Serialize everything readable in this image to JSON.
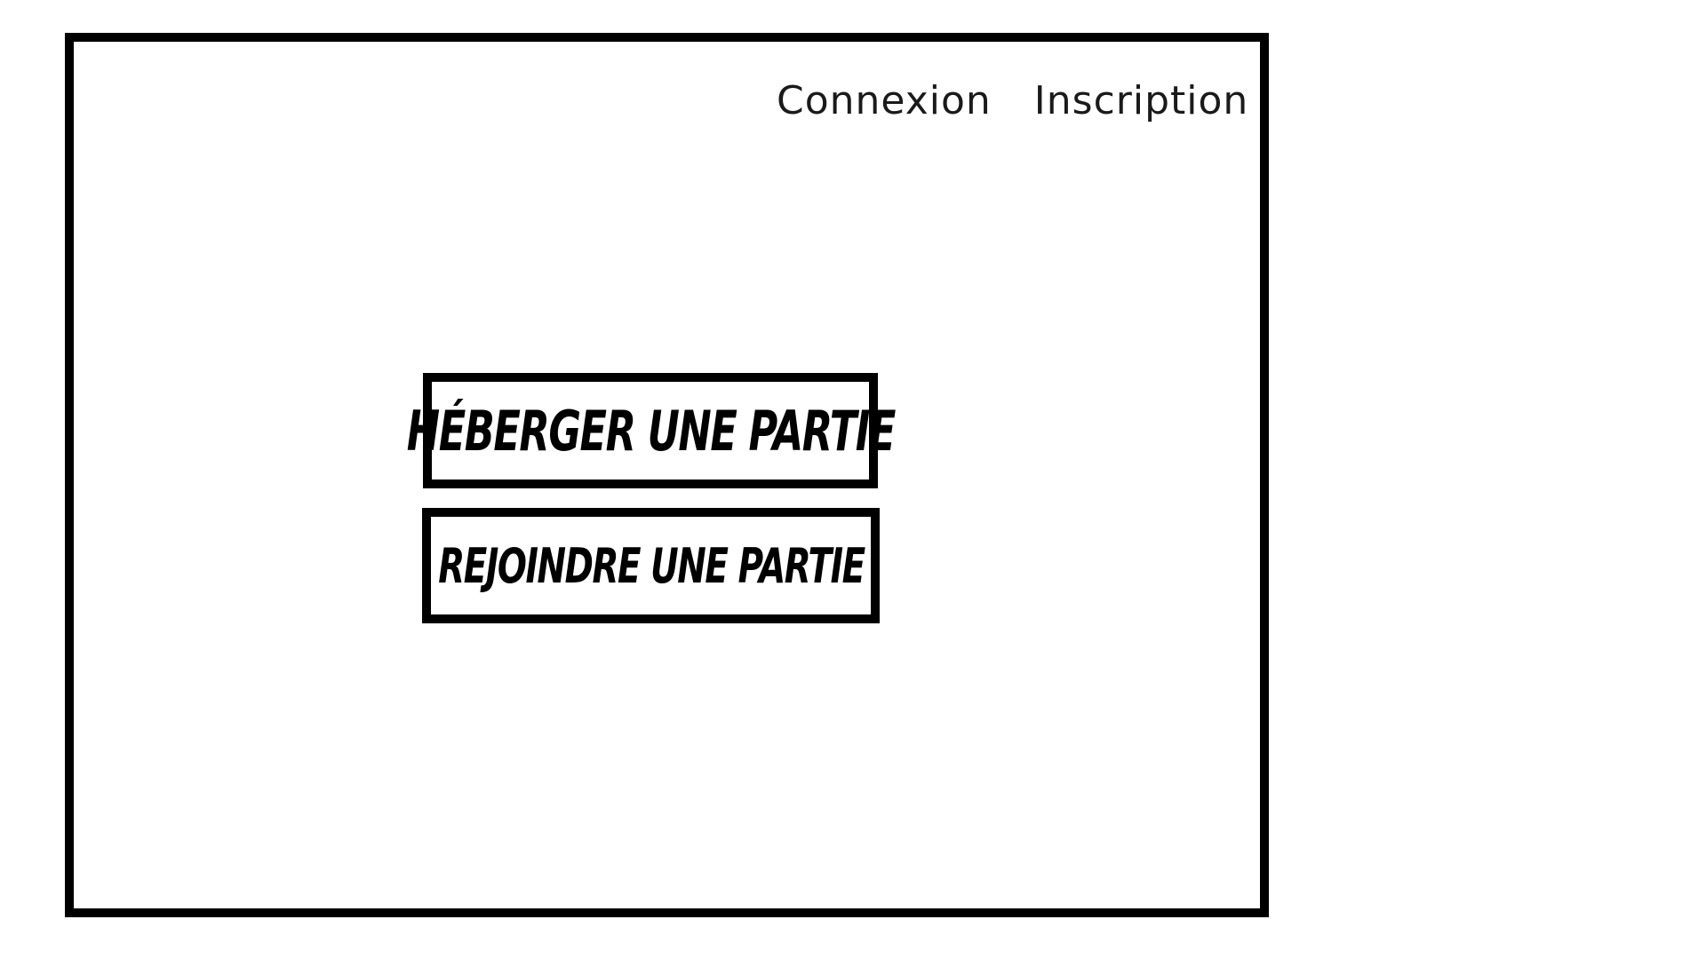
{
  "nav": {
    "login_label": "Connexion",
    "signup_label": "Inscription"
  },
  "actions": {
    "host_label": "Héberger une partie",
    "join_label": "Rejoindre une partie"
  }
}
